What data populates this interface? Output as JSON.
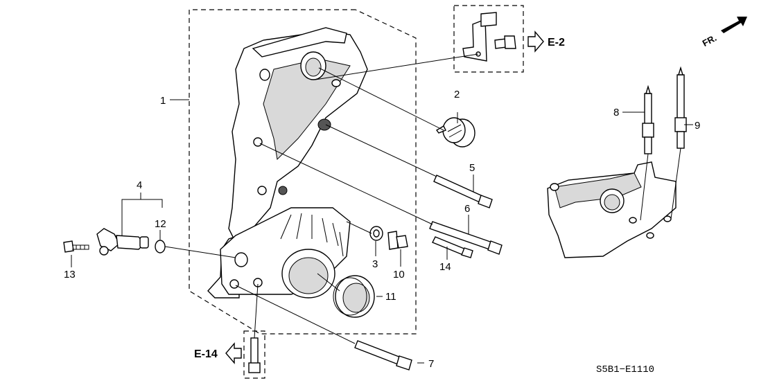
{
  "callouts": [
    "1",
    "2",
    "3",
    "4",
    "5",
    "6",
    "7",
    "8",
    "9",
    "10",
    "11",
    "12",
    "13",
    "14"
  ],
  "references": {
    "e2": "E-2",
    "e14": "E-14"
  },
  "front_indicator": "FR.",
  "diagram_code": "S5B1−E1110"
}
